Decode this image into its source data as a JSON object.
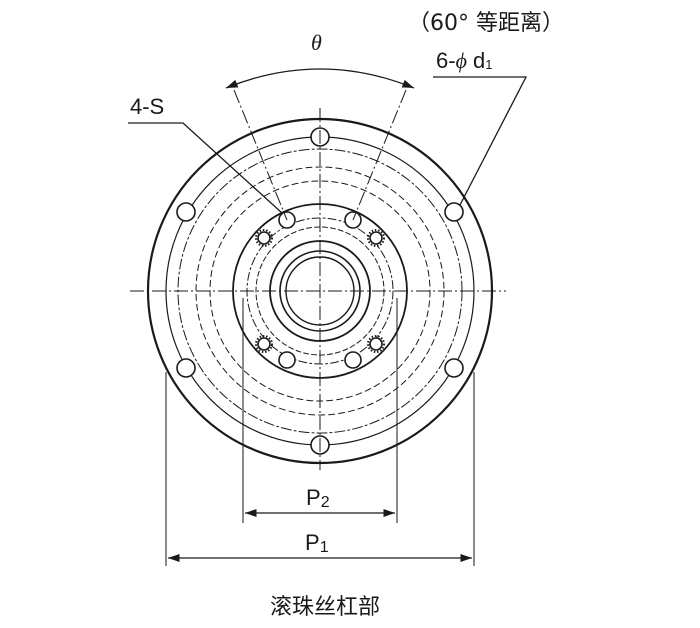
{
  "labels": {
    "spacing_note": "（60° 等距离）",
    "hole_count_prefix": "6-",
    "phi_symbol": "ϕ",
    "d_letter": "d",
    "d_sub": "1",
    "tapped_holes": "4-S",
    "theta": "θ",
    "p2_letter": "P",
    "p2_sub": "2",
    "p1_letter": "P",
    "p1_sub": "1",
    "caption": "滚珠丝杠部"
  }
}
